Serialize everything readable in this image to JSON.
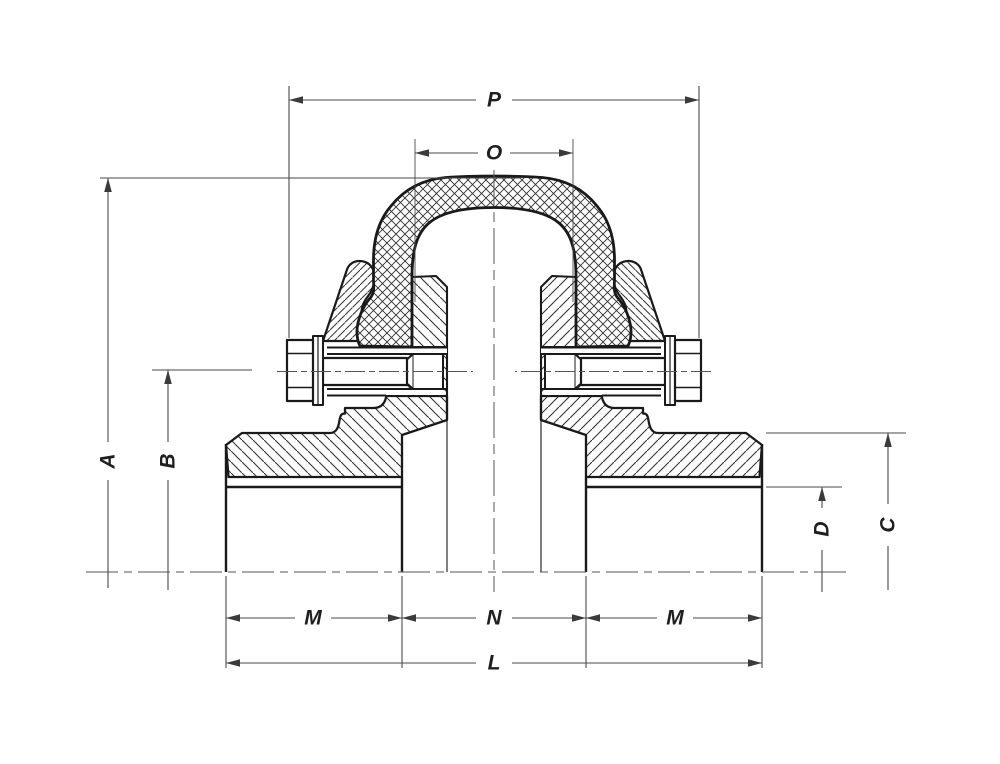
{
  "drawing": {
    "description": "tire-coupling-cross-section",
    "labels": {
      "p": "P",
      "o": "O",
      "a": "A",
      "b": "B",
      "c": "C",
      "d": "D",
      "m_left": "M",
      "n": "N",
      "m_right": "M",
      "l": "L"
    },
    "colors": {
      "object_line": "#1a1a1a",
      "hatch_line": "#333333",
      "dimension_line": "#4a4a4a",
      "label_text": "#1f1f1f",
      "background": "#ffffff"
    }
  }
}
